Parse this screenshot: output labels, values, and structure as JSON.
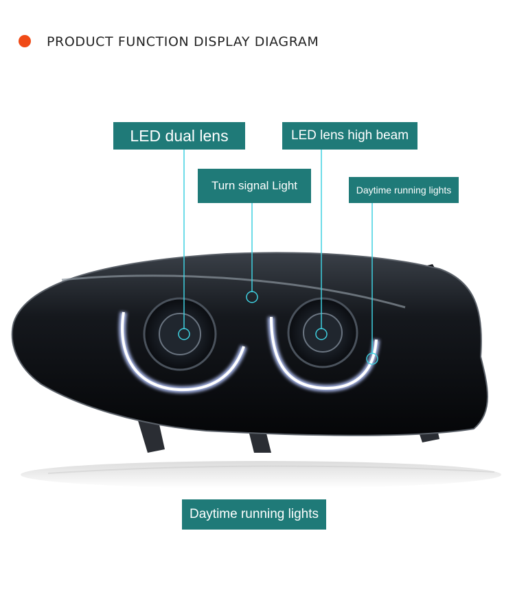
{
  "header": {
    "title": "PRODUCT FUNCTION DISPLAY DIAGRAM"
  },
  "labels": {
    "led_dual_lens": "LED dual lens",
    "led_high_beam": "LED lens high beam",
    "turn_signal": "Turn signal Light",
    "drl_top": "Daytime running lights",
    "drl_bottom": "Daytime running lights"
  },
  "colors": {
    "accent_dot": "#f04a16",
    "label_bg": "#1f7a78",
    "callout_line": "#3fd0e0"
  },
  "icons": {
    "bullet": "orange-dot-icon",
    "headlight": "headlight-illustration"
  }
}
